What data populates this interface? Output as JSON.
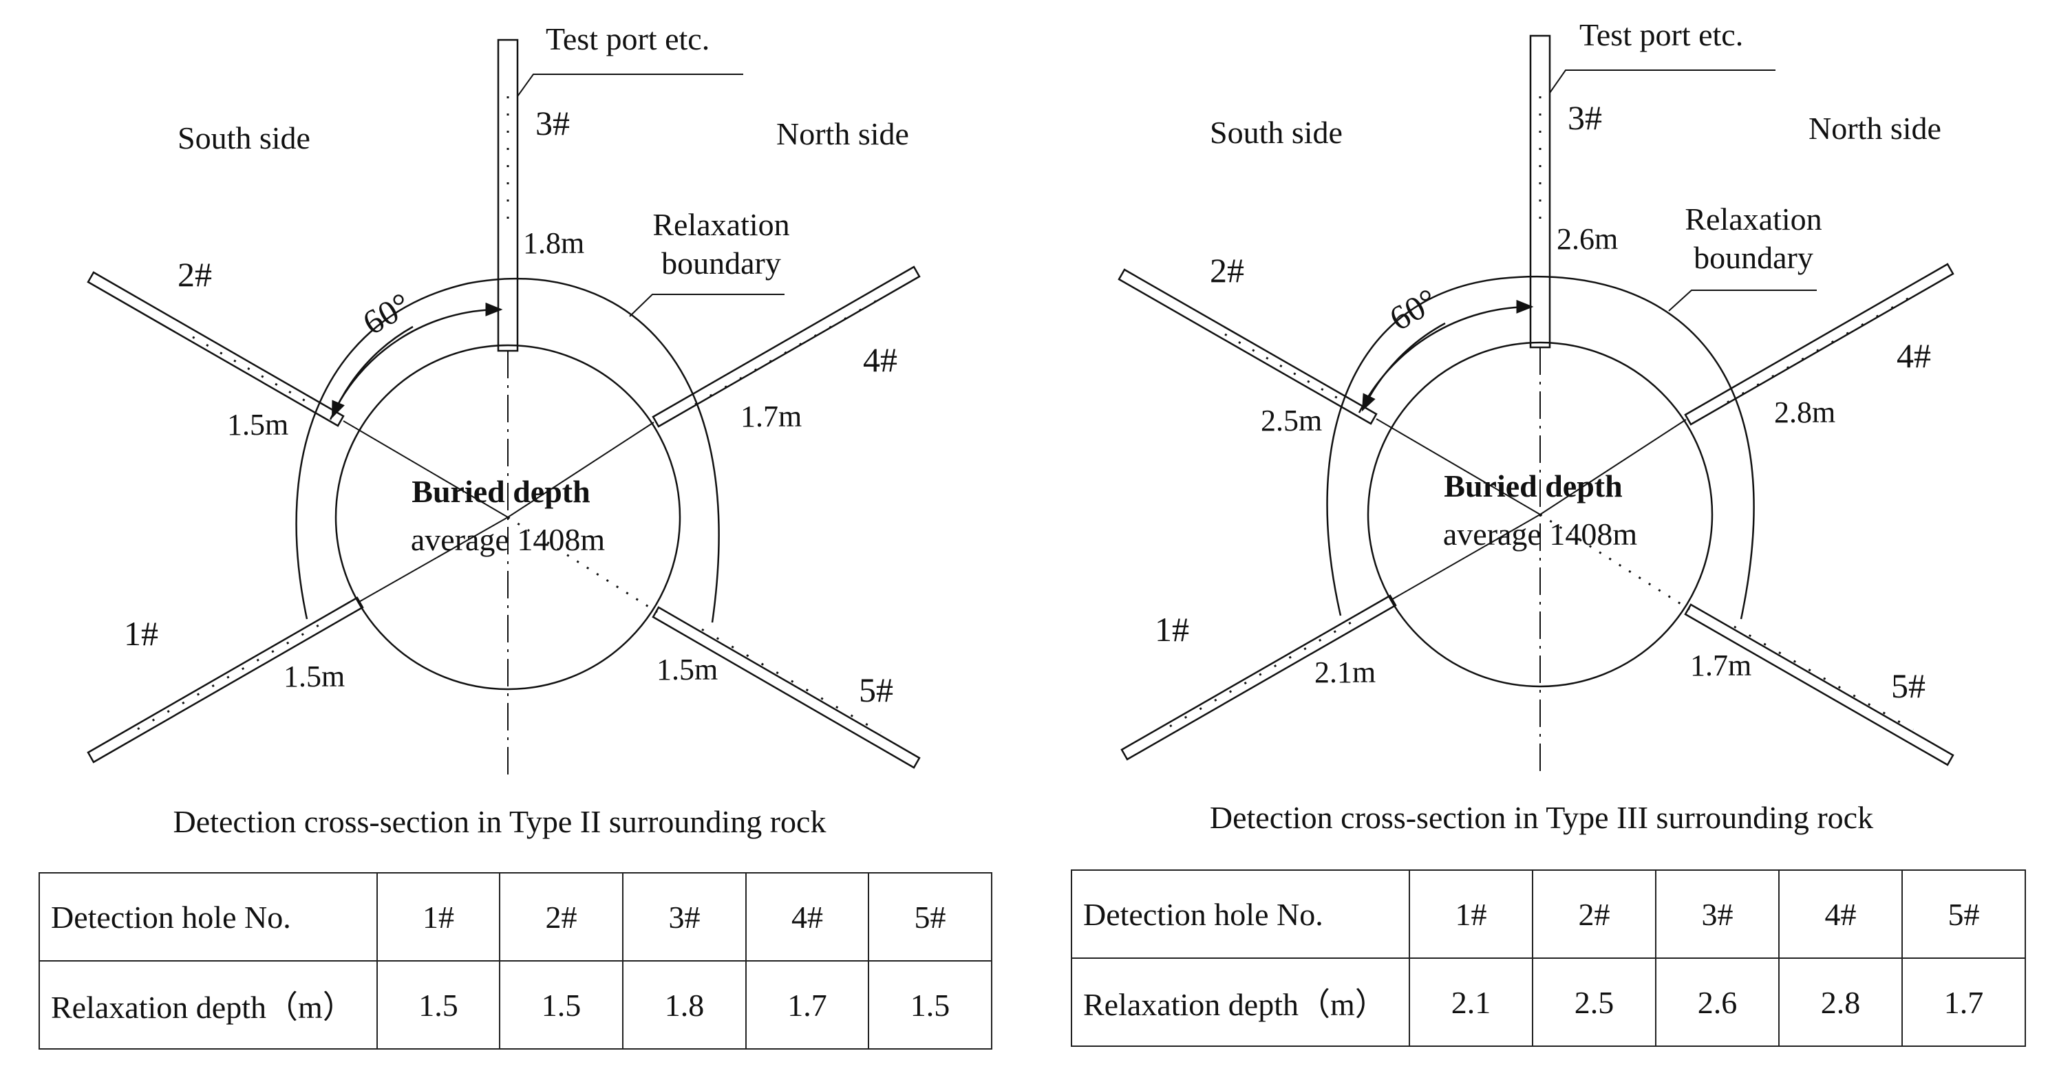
{
  "panels": [
    {
      "caption": "Detection cross-section  in Type II surrounding rock",
      "test_port": "Test port  etc.",
      "south": "South side",
      "north": "North side",
      "relax_boundary": [
        "Relaxation",
        "boundary"
      ],
      "angle": "60°",
      "buried": [
        "Buried depth",
        "average 1408m"
      ],
      "holes": [
        "1#",
        "2#",
        "3#",
        "4#",
        "5#"
      ],
      "depth_labels": [
        "1.5m",
        "1.5m",
        "1.8m",
        "1.7m",
        "1.5m"
      ],
      "table": {
        "header_label": "Detection hole No.",
        "row_label": "Relaxation depth（m）",
        "holes": [
          "1#",
          "2#",
          "3#",
          "4#",
          "5#"
        ],
        "depths": [
          "1.5",
          "1.5",
          "1.8",
          "1.7",
          "1.5"
        ]
      }
    },
    {
      "caption": "Detection cross-section  in Type III surrounding rock",
      "test_port": "Test port  etc.",
      "south": "South side",
      "north": "North side",
      "relax_boundary": [
        "Relaxation",
        "boundary"
      ],
      "angle": "60°",
      "buried": [
        "Buried depth",
        "average 1408m"
      ],
      "holes": [
        "1#",
        "2#",
        "3#",
        "4#",
        "5#"
      ],
      "depth_labels": [
        "2.1m",
        "2.5m",
        "2.6m",
        "2.8m",
        "1.7m"
      ],
      "table": {
        "header_label": "Detection hole No.",
        "row_label": "Relaxation depth（m）",
        "holes": [
          "1#",
          "2#",
          "3#",
          "4#",
          "5#"
        ],
        "depths": [
          "2.1",
          "2.5",
          "2.6",
          "2.8",
          "1.7"
        ]
      }
    }
  ]
}
